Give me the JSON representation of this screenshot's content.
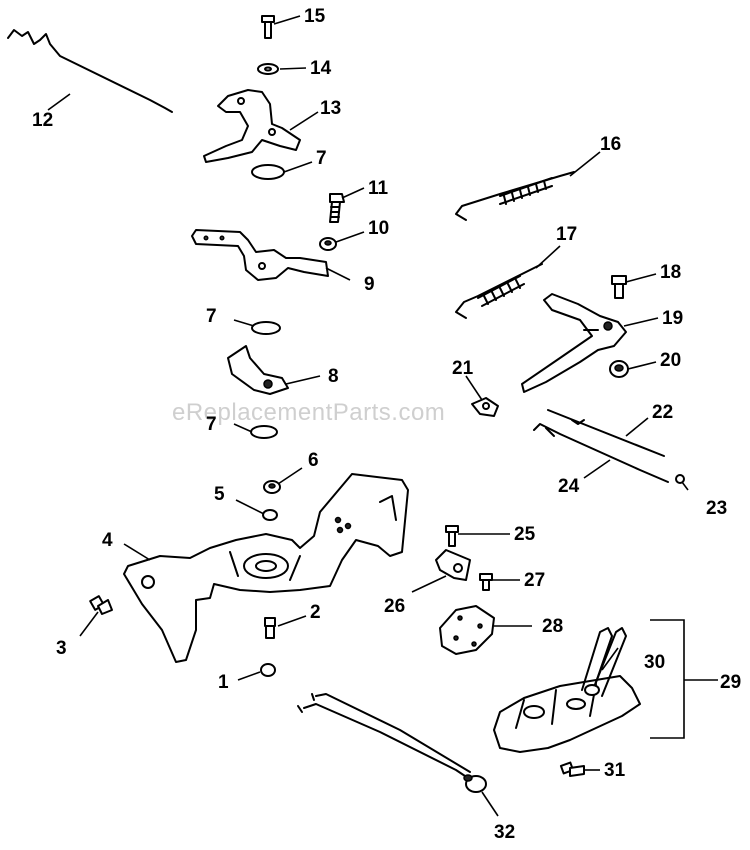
{
  "watermark": "eReplacementParts.com",
  "callouts": {
    "c1": "1",
    "c2": "2",
    "c3": "3",
    "c4": "4",
    "c5": "5",
    "c6": "6",
    "c7a": "7",
    "c7b": "7",
    "c7c": "7",
    "c8": "8",
    "c9": "9",
    "c10": "10",
    "c11": "11",
    "c12": "12",
    "c13": "13",
    "c14": "14",
    "c15": "15",
    "c16": "16",
    "c17": "17",
    "c18": "18",
    "c19": "19",
    "c20": "20",
    "c21": "21",
    "c22": "22",
    "c23": "23",
    "c24": "24",
    "c25": "25",
    "c26": "26",
    "c27": "27",
    "c28": "28",
    "c29": "29",
    "c30": "30",
    "c31": "31",
    "c32": "32"
  }
}
